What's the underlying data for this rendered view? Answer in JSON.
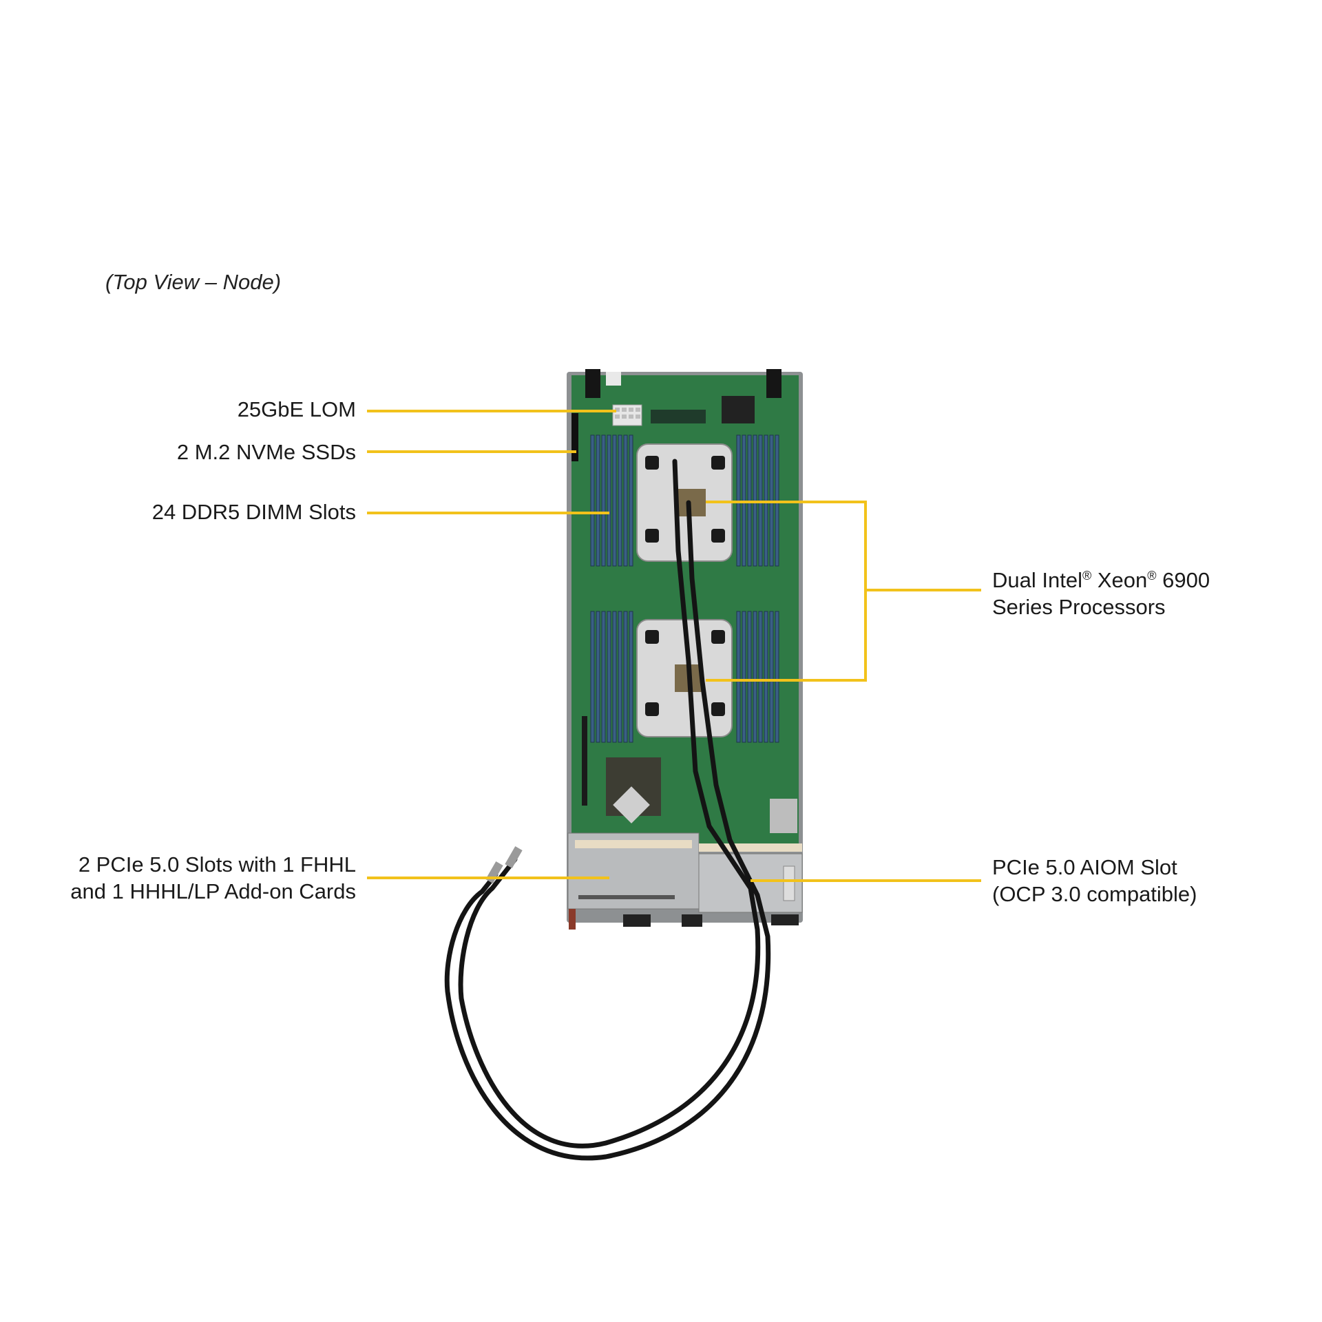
{
  "view_title": "(Top View – Node)",
  "labels": {
    "lom": "25GbE LOM",
    "m2": "2 M.2 NVMe SSDs",
    "dimm": "24 DDR5 DIMM Slots",
    "cpu_line1_a": "Dual Intel",
    "cpu_line1_reg1": "®",
    "cpu_line1_b": " Xeon",
    "cpu_line1_reg2": "®",
    "cpu_line1_c": " 6900",
    "cpu_line2": "Series Processors",
    "pcie_line1": "2 PCIe 5.0 Slots with 1 FHHL",
    "pcie_line2": "and 1 HHHL/LP Add-on Cards",
    "aiom_line1": "PCIe 5.0 AIOM Slot",
    "aiom_line2": "(OCP 3.0 compatible)"
  },
  "colors": {
    "callout": "#f2c21b",
    "pcb": "#2f7a45",
    "dimm": "#3a5f86",
    "heatsink": "#d9d9d9",
    "chassis": "#b9bbbd",
    "tube": "#141414"
  }
}
